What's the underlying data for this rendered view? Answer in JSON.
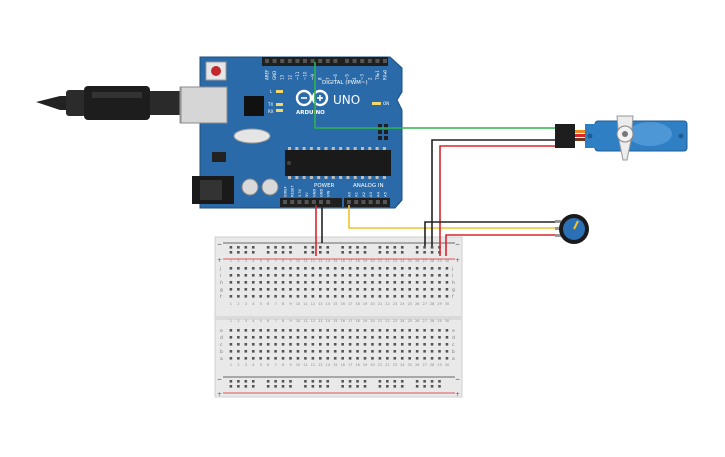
{
  "board": {
    "brand": "ARDUINO",
    "model": "UNO",
    "digital_label": "DIGITAL (PWM~)",
    "power_label": "POWER",
    "analog_label": "ANALOG IN",
    "led_l": "L",
    "led_tx": "TX",
    "led_rx": "RX",
    "led_on": "ON",
    "digital_pins": [
      "AREF",
      "GND",
      "13",
      "12",
      "~11",
      "~10",
      "~9",
      "8",
      "7",
      "~6",
      "~5",
      "4",
      "~3",
      "2",
      "TX▸1",
      "RX◂0"
    ],
    "power_pins": [
      "IOREF",
      "RESET",
      "3.3V",
      "5V",
      "GND",
      "GND",
      "VIN"
    ],
    "analog_pins": [
      "A0",
      "A1",
      "A2",
      "A3",
      "A4",
      "A5"
    ]
  },
  "breadboard": {
    "columns": 30,
    "col_numbers": [
      "1",
      "2",
      "3",
      "4",
      "5",
      "6",
      "7",
      "8",
      "9",
      "10",
      "11",
      "12",
      "13",
      "14",
      "15",
      "16",
      "17",
      "18",
      "19",
      "20",
      "21",
      "22",
      "23",
      "24",
      "25",
      "26",
      "27",
      "28",
      "29",
      "30"
    ],
    "top_rows": [
      "j",
      "i",
      "h",
      "g",
      "f"
    ],
    "bottom_rows": [
      "e",
      "d",
      "c",
      "b",
      "a"
    ],
    "rail_minus": "−",
    "rail_plus": "+"
  },
  "colors": {
    "board": "#2a6aa8",
    "servo": "#2f7fc4",
    "wire_green": "#2db34a",
    "wire_red": "#d9262b",
    "wire_black": "#222222",
    "wire_yellow": "#f2c12e",
    "breadboard": "#e9e9e9"
  }
}
